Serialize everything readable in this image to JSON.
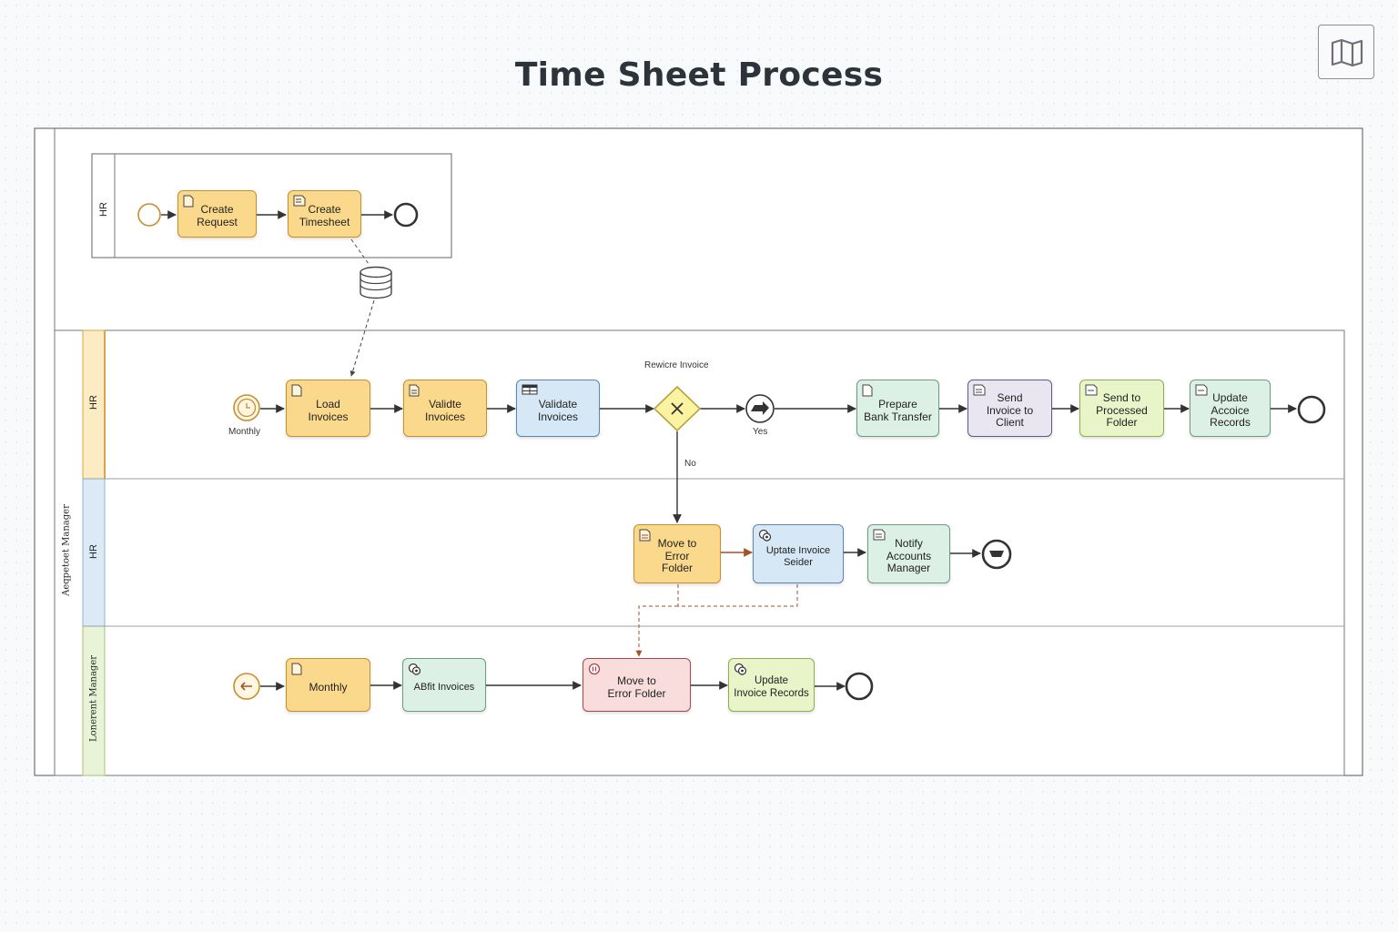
{
  "page": {
    "title": "Time Sheet Process"
  },
  "toolbar": {
    "map_icon": "map-icon"
  },
  "pool": {
    "label": "Aeqpetoet Manager"
  },
  "lanes": {
    "top_hr": "HR",
    "hr_main": "HR",
    "hr_error": "HR",
    "manager": "Lonerent Manager"
  },
  "tasks": {
    "create_request": "Create\nRequest",
    "create_timesheet": "Create\nTimesheet",
    "load_invoices": "Load\nInvoices",
    "validate_invoices_1": "Validte\nInvoices",
    "validate_invoices_2": "Validate\nInvoices",
    "prepare_bank_transfer": "Prepare\nBank Transfer",
    "send_invoice_client": "Send\nInvoice to\nClient",
    "send_processed_folder": "Send to\nProcessed\nFolder",
    "update_accoice_records": "Update\nAccoice\nRecords",
    "move_error_folder_hr": "Move to\nError\nFolder",
    "update_invoice_seider": "Uptate Invoice\nSeider",
    "notify_accounts_manager": "Notify\nAccounts\nManager",
    "monthly_task": "Monthly",
    "abfit_invoices": "ABfit Invoices",
    "move_error_folder_mgr": "Move to\nError Folder",
    "update_invoice_records": "Update\nInvoice Records"
  },
  "labels": {
    "gateway_title": "Rewicre Invoice",
    "timer_label": "Monthly",
    "yes": "Yes",
    "no": "No"
  },
  "colors": {
    "orange_fill": "#fbd98c",
    "orange_border": "#c98d2c",
    "blue_fill": "#d6e8f5",
    "blue_border": "#5b87ac",
    "mint_fill": "#dcf0e6",
    "mint_border": "#6b9c84",
    "lavender_fill": "#e9e6f2",
    "lavender_border": "#5f5a84",
    "lime_fill": "#e9f4c8",
    "lime_border": "#8fae4f",
    "red_fill": "#f9dddd",
    "red_border": "#a8474a",
    "gateway_fill": "#fbf2a2",
    "gateway_border": "#b9a23b",
    "lane_hr_main": "#fdebc4",
    "lane_hr_error": "#dceaf5",
    "lane_manager": "#e9f3d8"
  }
}
